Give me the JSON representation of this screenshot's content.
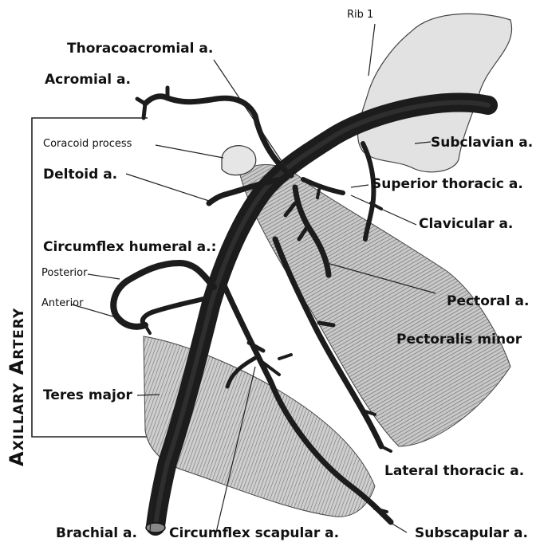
{
  "title": "Axillary Artery",
  "labels": {
    "rib": "Rib 1",
    "thoracoacromial": "Thoracoacromial a.",
    "acromial": "Acromial a.",
    "coracoid": "Coracoid process",
    "subclavian": "Subclavian a.",
    "deltoid": "Deltoid a.",
    "superior_thoracic": "Superior thoracic a.",
    "clavicular": "Clavicular a.",
    "circumflex_humeral": "Circumflex humeral a.:",
    "posterior": "Posterior",
    "anterior": "Anterior",
    "pectoral": "Pectoral a.",
    "pectoralis_minor": "Pectoralis minor",
    "teres_major": "Teres major",
    "lateral_thoracic": "Lateral thoracic a.",
    "brachial": "Brachial a.",
    "circumflex_scapular": "Circumflex scapular a.",
    "subscapular": "Subscapular a."
  },
  "colors": {
    "artery": "#1c1c1c",
    "bone": "#e4e4e4",
    "muscle": "#9a9a9a",
    "line": "#222222"
  }
}
